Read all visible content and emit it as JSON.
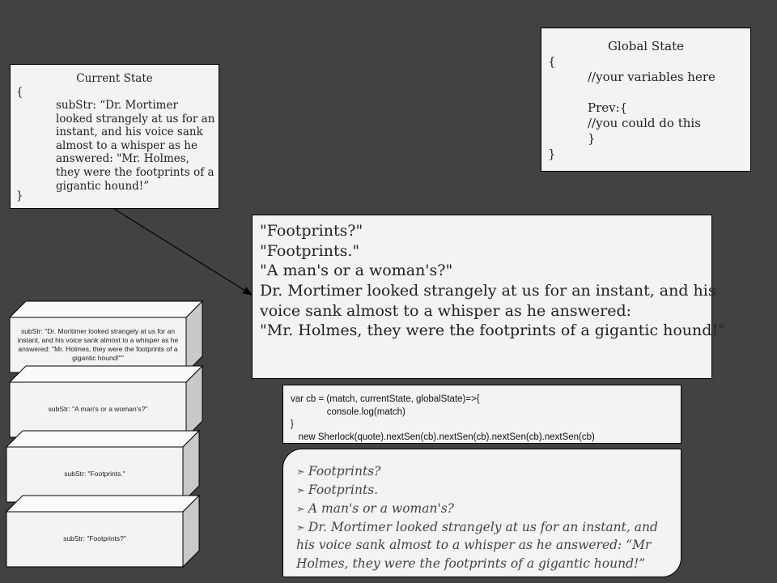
{
  "current_state": {
    "title": "Current State",
    "brace_open": "{",
    "substr_line": "subStr: “Dr. Mortimer looked strangely at us for an instant, and his voice sank almost to a whisper as he answered: \"Mr. Holmes, they were the footprints of a gigantic hound!”",
    "brace_close": "}"
  },
  "global_state": {
    "title": "Global State",
    "lines": [
      "{",
      "//your variables here",
      "Prev:{",
      "//you could do this",
      "}",
      "}"
    ]
  },
  "quote": {
    "lines": [
      "\"Footprints?\"",
      "\"Footprints.\"",
      "\"A man's or a woman's?\"",
      "Dr. Mortimer looked strangely at us for an instant, and his",
      "voice sank almost to a whisper as he answered:",
      "\"Mr. Holmes, they were the footprints of a gigantic hound!\""
    ]
  },
  "code": {
    "lines": [
      "var cb = (match, currentState, globalState)=>{",
      "              console.log(match)",
      "}",
      "   new Sherlock(quote).nextSen(cb).nextSen(cb).nextSen(cb).nextSen(cb)"
    ]
  },
  "output": {
    "arrow_glyph": "➣",
    "lines": [
      "Footprints?",
      "Footprints.",
      "A man's or a woman's?",
      "Dr. Mortimer looked strangely at us for an instant, and his voice sank almost to a whisper as he answered: “Mr Holmes, they were the footprints of a gigantic hound!”"
    ]
  },
  "stack": [
    {
      "text": "subStr: \"Dr. Moritimer looked strangely at us for an instant, and his voice sank almost to a whisper as he answered: \"Mr. Holmes, they were the footprints of a gigantic hound!\"\""
    },
    {
      "text": "subStr: \"A man's or a woman's?\""
    },
    {
      "text": "subStr: \"Footprints.\""
    },
    {
      "text": "subStr: \"Footprints?\""
    }
  ]
}
